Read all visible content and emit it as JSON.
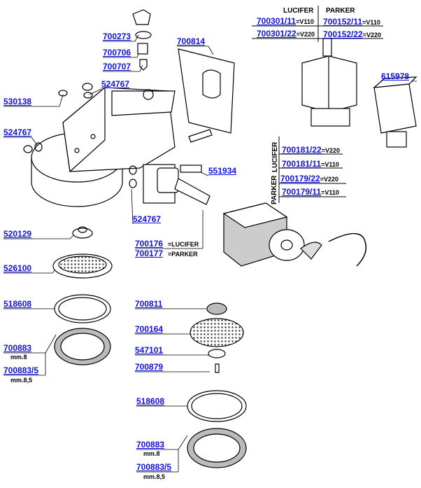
{
  "parts": {
    "p700273": "700273",
    "p700706": "700706",
    "p700707": "700707",
    "p700814": "700814",
    "p524767a": "524767",
    "p530138": "530138",
    "p524767b": "524767",
    "p551934": "551934",
    "p524767c": "524767",
    "p700176": "700176",
    "p700177": "700177",
    "p520129": "520129",
    "p526100": "526100",
    "p518608a": "518608",
    "p700883a": "700883",
    "p700883_5a": "700883/5",
    "p700811": "700811",
    "p700164": "700164",
    "p547101": "547101",
    "p700879": "700879",
    "p518608b": "518608",
    "p700883b": "700883",
    "p700883_5b": "700883/5",
    "p615978": "615978"
  },
  "notes": {
    "lucifer_suffix": "=LUCIFER",
    "parker_suffix": "=PARKER",
    "mm8": "mm.8",
    "mm85": "mm.8,5"
  },
  "valve_table": {
    "headers": [
      "LUCIFER",
      "PARKER"
    ],
    "rows": [
      {
        "lucifer": "700301/11",
        "lucifer_v": "=V110",
        "parker": "700152/11",
        "parker_v": "=V110"
      },
      {
        "lucifer": "700301/22",
        "lucifer_v": "=V220",
        "parker": "700152/22",
        "parker_v": "=V220"
      }
    ]
  },
  "coil_table": {
    "groups": [
      "LUCIFER",
      "PARKER"
    ],
    "rows": [
      {
        "code": "700181/22",
        "v": "=V220"
      },
      {
        "code": "700181/11",
        "v": "=V110"
      },
      {
        "code": "700179/22",
        "v": "=V220"
      },
      {
        "code": "700179/11",
        "v": "=V110"
      }
    ]
  }
}
